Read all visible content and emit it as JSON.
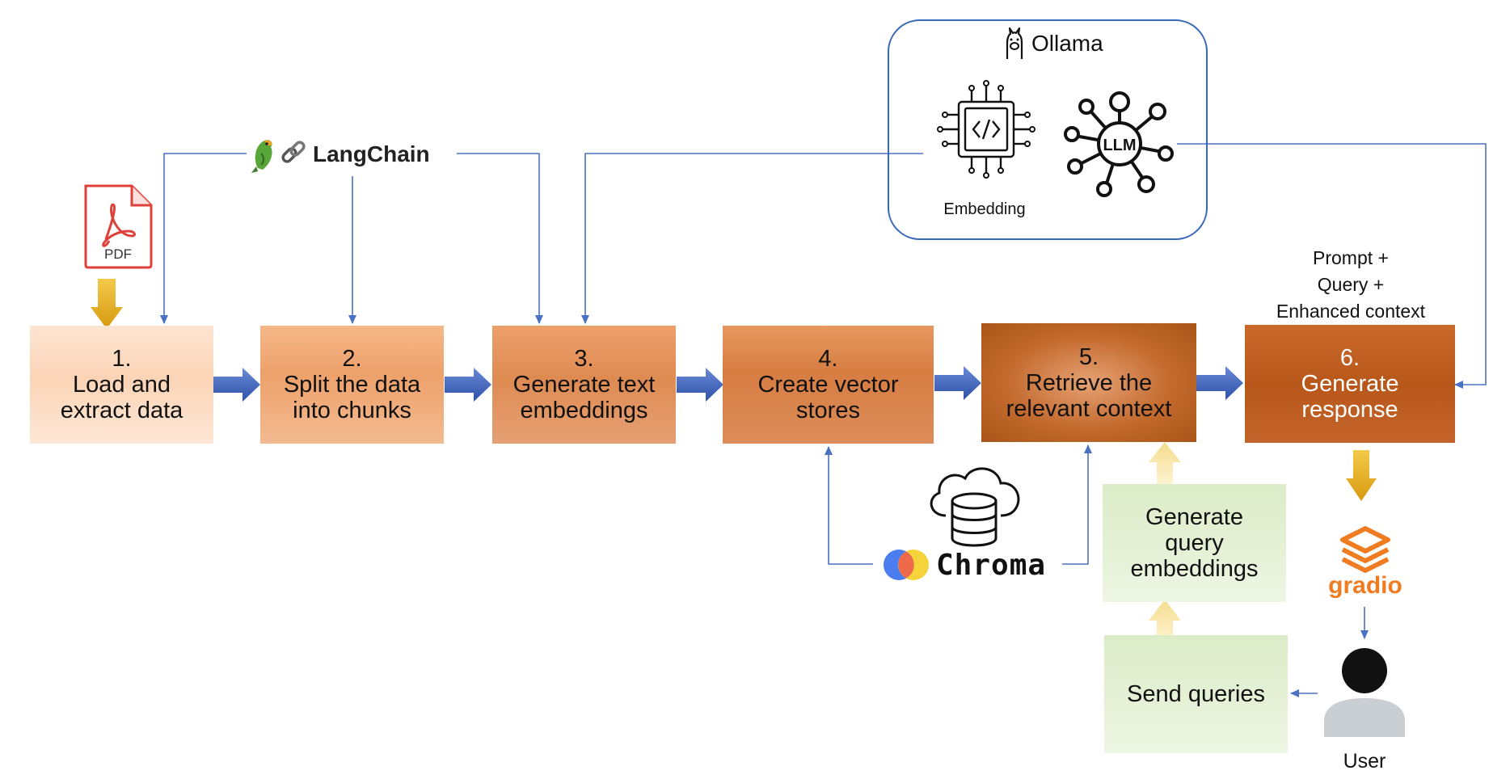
{
  "steps": {
    "s1": "1.\nLoad and\nextract data",
    "s2": "2.\nSplit the data\ninto chunks",
    "s3": "3.\nGenerate text\nembeddings",
    "s4": "4.\nCreate vector\nstores",
    "s5": "5.\nRetrieve the\nrelevant context",
    "s6": "6.\nGenerate\nresponse"
  },
  "query": {
    "generate": "Generate\nquery\nembeddings",
    "send": "Send queries"
  },
  "ollama": {
    "brand": "Ollama",
    "embedding_label": "Embedding",
    "llm_label": "LLM"
  },
  "langchain": {
    "brand": "LangChain"
  },
  "pdf": {
    "label": "PDF"
  },
  "chroma": {
    "brand": "Chroma"
  },
  "gradio": {
    "brand": "gradio"
  },
  "user": {
    "label": "User"
  },
  "prompt_note": "Prompt +\nQuery +\nEnhanced context",
  "colors": {
    "connector": "#4a72c4",
    "block_arrow": "#3f63b8",
    "gold_arrow": "#e8b020",
    "pale_arrow": "#f8e7a8",
    "ollama_border": "#3a68b8"
  }
}
